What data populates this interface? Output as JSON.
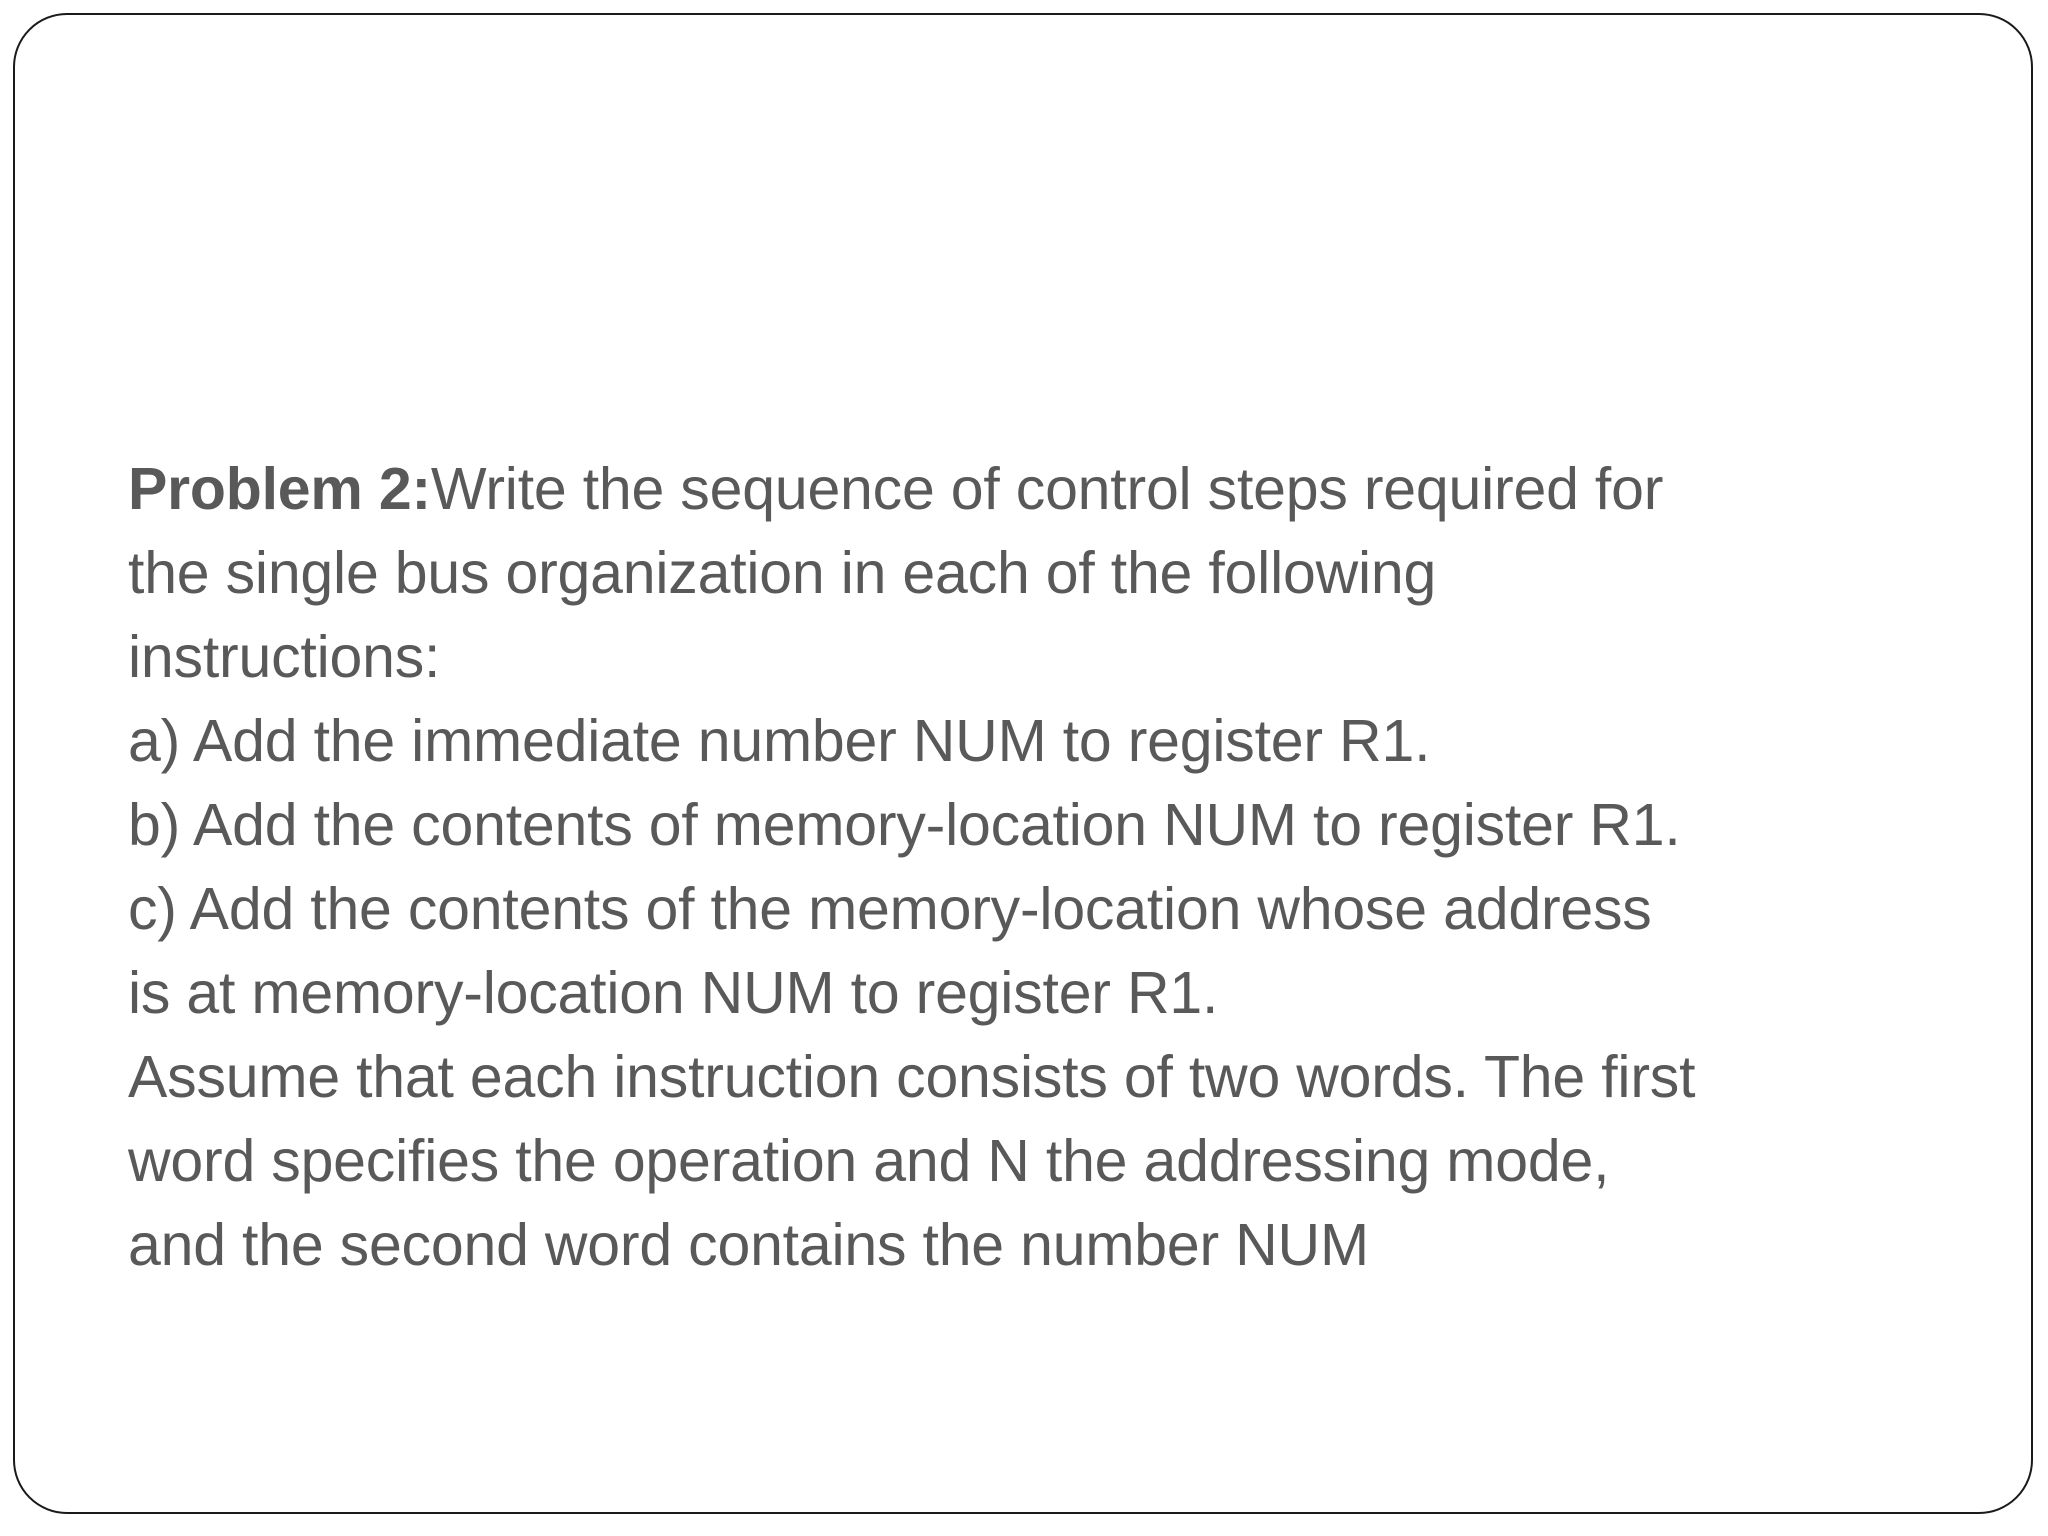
{
  "slide": {
    "border_color": "#1a1a1a",
    "background_color": "#ffffff",
    "text_color": "#595959",
    "body": {
      "lead_label": "Problem 2:",
      "lines": [
        "Write the sequence of control steps required for",
        "the single bus organization in each of the following",
        "instructions:",
        "a) Add the immediate number NUM to register R1.",
        "b) Add the contents of memory-location NUM to register R1.",
        "c) Add the contents of the memory-location whose address",
        "is at memory-location NUM to register R1.",
        "Assume that each instruction consists of two words. The first",
        "word specifies the operation and N the addressing mode,",
        "and the second word contains the number NUM"
      ]
    }
  }
}
